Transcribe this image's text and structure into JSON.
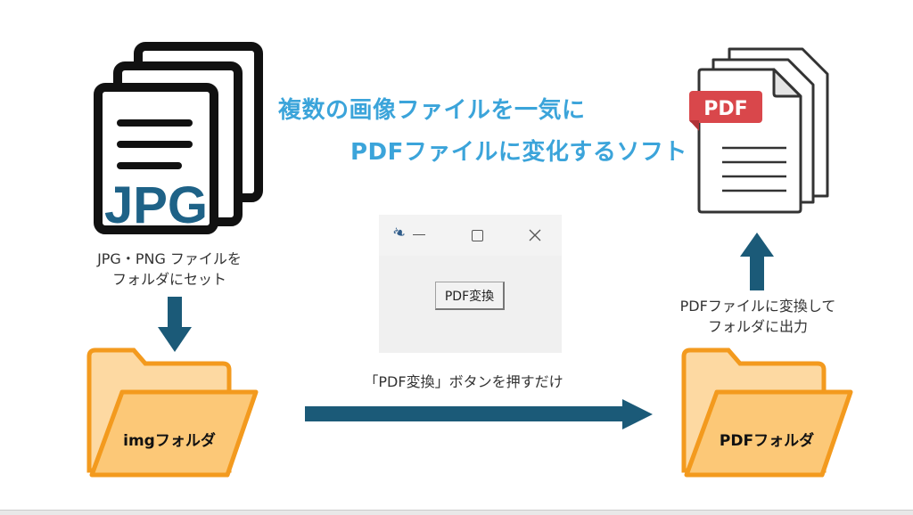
{
  "title": {
    "line1": "複数の画像ファイルを一気に",
    "line2": "PDFファイルに変化するソフト"
  },
  "jpg_icon": {
    "label": "JPG"
  },
  "pdf_icon": {
    "label": "PDF"
  },
  "left_caption": {
    "line1": "JPG・PNG ファイルを",
    "line2": "フォルダにセット"
  },
  "right_caption": {
    "line1": "PDFファイルに変換して",
    "line2": "フォルダに出力"
  },
  "middle_caption": "「PDF変換」ボタンを押すだけ",
  "img_folder": {
    "label": "imgフォルダ"
  },
  "pdf_folder": {
    "label": "PDFフォルダ"
  },
  "app_window": {
    "button_label": "PDF変換"
  },
  "colors": {
    "title": "#3ba4da",
    "arrow": "#1b5a78",
    "folder_stroke": "#f39a1e",
    "folder_fill": "#fdd9a2",
    "pdf_badge": "#d9474b"
  }
}
